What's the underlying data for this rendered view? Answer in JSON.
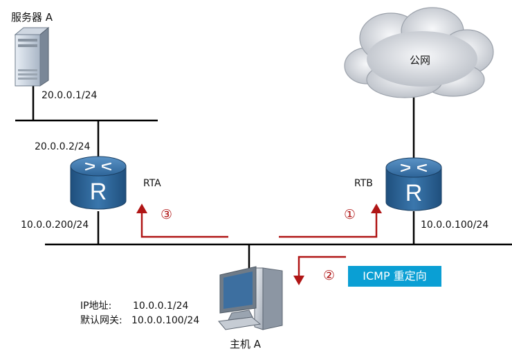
{
  "server": {
    "label": "服务器 A",
    "ip": "20.0.0.1/24"
  },
  "rta": {
    "name": "RTA",
    "upper_ip": "20.0.0.2/24",
    "lower_ip": "10.0.0.200/24",
    "router_glyph": "R"
  },
  "rtb": {
    "name": "RTB",
    "lower_ip": "10.0.0.100/24",
    "router_glyph": "R"
  },
  "internet": {
    "label": "公网"
  },
  "host": {
    "name": "主机 A",
    "ip_label": "IP地址:",
    "ip_value": "10.0.0.1/24",
    "gw_label": "默认网关:",
    "gw_value": "10.0.0.100/24"
  },
  "steps": {
    "one": "①",
    "two": "②",
    "three": "③"
  },
  "icmp_redirect": "ICMP 重定向",
  "colors": {
    "arrow": "#b01515",
    "badge": "#0a9fd4",
    "router": "#2a5f8f",
    "cloud": "#c4c8cf",
    "line": "#000000"
  },
  "icons": [
    "server-icon",
    "router-icon",
    "cloud-icon",
    "pc-icon",
    "arrow-icon"
  ]
}
